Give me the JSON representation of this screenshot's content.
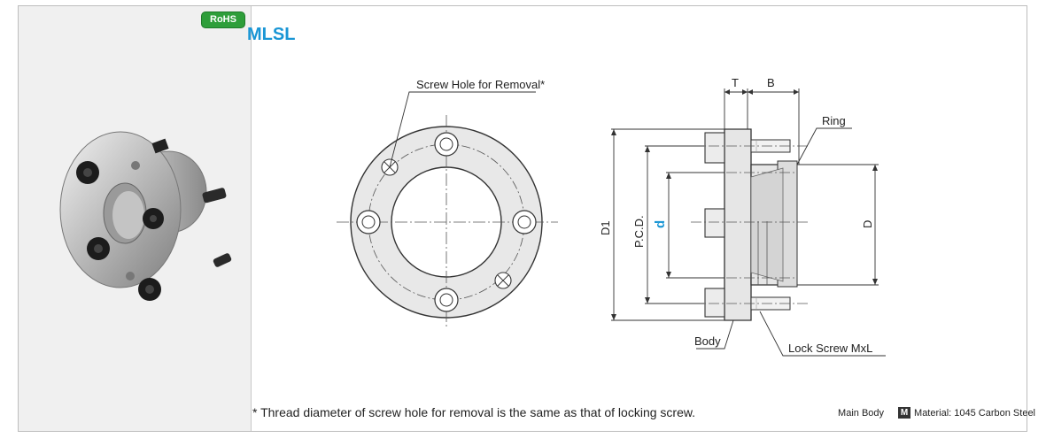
{
  "badge": {
    "rohs": "RoHS"
  },
  "product": {
    "title": "MLSL"
  },
  "labels": {
    "screw_hole": "Screw Hole for Removal*",
    "ring": "Ring",
    "body": "Body",
    "lock_screw": "Lock Screw MxL",
    "dim_t": "T",
    "dim_b": "B",
    "dim_d1": "D1",
    "dim_pcd": "P.C.D.",
    "dim_d": "d",
    "dim_D": "D"
  },
  "footnote": "* Thread diameter of screw hole for removal is the same as that of locking screw.",
  "material": {
    "part": "Main Body",
    "icon": "M",
    "text": "Material: 1045 Carbon Steel"
  },
  "colors": {
    "title_blue": "#1a96d5",
    "rohs_green": "#2e9e3a",
    "d_blue": "#1a96d5",
    "panel_gray": "#f0f0f0",
    "part_gray": "#e6e6e6"
  }
}
